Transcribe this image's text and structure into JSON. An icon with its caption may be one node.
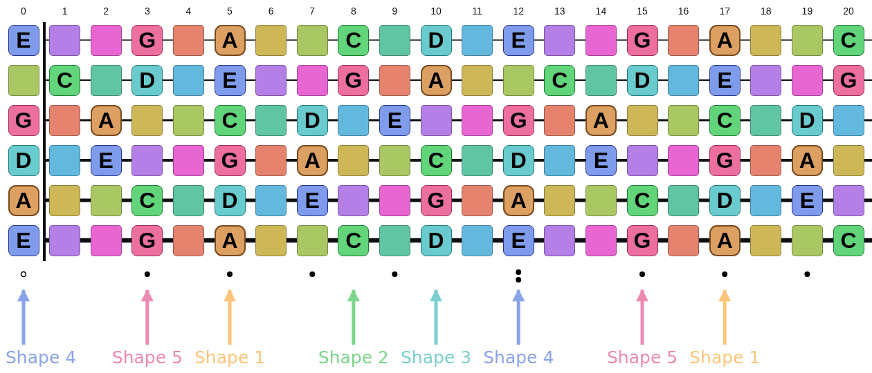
{
  "diagram": {
    "nodes": [
      {
        "text": [
          "E"
        ]
      },
      {
        "text": [],
        "shape": "box"
      },
      {
        "text": [],
        "shape": "box"
      },
      {
        "text": [
          "G"
        ]
      },
      {
        "text": [],
        "shape": "box"
      },
      {
        "text": [
          "A"
        ]
      },
      {
        "text": [],
        "shape": "box"
      },
      {
        "text": [],
        "shape": "box"
      },
      {
        "text": [
          "C"
        ]
      },
      {
        "text": [],
        "shape": "box"
      },
      {
        "text": [
          "D"
        ]
      },
      {
        "text": [],
        "shape": "box"
      },
      {
        "text": [
          "E"
        ]
      },
      {
        "text": [],
        "shape": "box"
      },
      {
        "text": [],
        "shape": "box"
      },
      {
        "text": [
          "G"
        ]
      },
      {
        "text": [],
        "shape": "box"
      },
      {
        "text": [
          "A"
        ]
      },
      {
        "text": [],
        "shape": "box"
      },
      {
        "text": [],
        "shape": "box"
      },
      {
        "text": [
          "C"
        ]
      },
      {
        "text": [],
        "shape": "box"
      },
      {
        "text": [
          "C"
        ]
      },
      {
        "text": [],
        "shape": "box"
      },
      {
        "text": [
          "D"
        ]
      },
      {
        "text": [],
        "shape": "box"
      },
      {
        "text": [
          "E"
        ]
      },
      {
        "text": [],
        "shape": "box"
      },
      {
        "text": [],
        "shape": "box"
      },
      {
        "text": [
          "G"
        ]
      },
      {
        "text": [],
        "shape": "box"
      },
      {
        "text": [
          "A"
        ]
      },
      {
        "text": [],
        "shape": "box"
      },
      {
        "text": [],
        "shape": "box"
      },
      {
        "text": [
          "C"
        ]
      },
      {
        "text": [],
        "shape": "box"
      },
      {
        "text": [
          "D"
        ]
      },
      {
        "text": [],
        "shape": "box"
      },
      {
        "text": [
          "E"
        ]
      },
      {
        "text": [],
        "shape": "box"
      },
      {
        "text": [],
        "shape": "box"
      },
      {
        "text": [
          "G"
        ]
      },
      {
        "text": [
          "G"
        ]
      },
      {
        "text": [],
        "shape": "box"
      },
      {
        "text": [
          "A"
        ]
      },
      {
        "text": [],
        "shape": "box"
      },
      {
        "text": [],
        "shape": "box"
      },
      {
        "text": [
          "C"
        ]
      },
      {
        "text": [],
        "shape": "box"
      },
      {
        "text": [
          "D"
        ]
      },
      {
        "text": [],
        "shape": "box"
      },
      {
        "text": [
          "E"
        ]
      },
      {
        "text": [],
        "shape": "box"
      },
      {
        "text": [],
        "shape": "box"
      },
      {
        "text": [
          "G"
        ]
      },
      {
        "text": [],
        "shape": "box"
      },
      {
        "text": [
          "A"
        ]
      },
      {
        "text": [],
        "shape": "box"
      },
      {
        "text": [],
        "shape": "box"
      },
      {
        "text": [
          "C"
        ]
      },
      {
        "text": [],
        "shape": "box"
      },
      {
        "text": [
          "D"
        ]
      },
      {
        "text": [],
        "shape": "box"
      },
      {
        "text": [
          "D"
        ]
      },
      {
        "text": [],
        "shape": "box"
      },
      {
        "text": [
          "E"
        ]
      },
      {
        "text": [],
        "shape": "box"
      },
      {
        "text": [],
        "shape": "box"
      },
      {
        "text": [
          "G"
        ]
      },
      {
        "text": [],
        "shape": "box"
      },
      {
        "text": [
          "A"
        ]
      },
      {
        "text": [],
        "shape": "box"
      },
      {
        "text": [],
        "shape": "box"
      },
      {
        "text": [
          "C"
        ]
      },
      {
        "text": [],
        "shape": "box"
      },
      {
        "text": [
          "D"
        ]
      },
      {
        "text": [],
        "shape": "box"
      },
      {
        "text": [
          "E"
        ]
      },
      {
        "text": [],
        "shape": "box"
      },
      {
        "text": [],
        "shape": "box"
      },
      {
        "text": [
          "G"
        ]
      },
      {
        "text": [],
        "shape": "box"
      },
      {
        "text": [
          "A"
        ]
      },
      {
        "text": [],
        "shape": "box"
      },
      {
        "text": [
          "A"
        ]
      },
      {
        "text": [],
        "shape": "box"
      },
      {
        "text": [],
        "shape": "box"
      },
      {
        "text": [
          "C"
        ]
      },
      {
        "text": [],
        "shape": "box"
      },
      {
        "text": [
          "D"
        ]
      },
      {
        "text": [],
        "shape": "box"
      },
      {
        "text": [
          "E"
        ]
      },
      {
        "text": [],
        "shape": "box"
      },
      {
        "text": [],
        "shape": "box"
      },
      {
        "text": [
          "G"
        ]
      },
      {
        "text": [],
        "shape": "box"
      },
      {
        "text": [
          "A"
        ]
      },
      {
        "text": [],
        "shape": "box"
      },
      {
        "text": [],
        "shape": "box"
      },
      {
        "text": [
          "C"
        ]
      },
      {
        "text": [],
        "shape": "box"
      },
      {
        "text": [
          "D"
        ]
      },
      {
        "text": [],
        "shape": "box"
      },
      {
        "text": [
          "E"
        ]
      },
      {
        "text": [],
        "shape": "box"
      },
      {
        "text": [
          "E"
        ]
      },
      {
        "text": [],
        "shape": "box"
      },
      {
        "text": [],
        "shape": "box"
      },
      {
        "text": [
          "G"
        ]
      },
      {
        "text": [],
        "shape": "box"
      },
      {
        "text": [
          "A"
        ]
      },
      {
        "text": [],
        "shape": "box"
      },
      {
        "text": [],
        "shape": "box"
      },
      {
        "text": [
          "C"
        ]
      },
      {
        "text": [],
        "shape": "box"
      },
      {
        "text": [
          "D"
        ]
      },
      {
        "text": [],
        "shape": "box"
      },
      {
        "text": [
          "E"
        ]
      },
      {
        "text": [],
        "shape": "box"
      },
      {
        "text": [],
        "shape": "box"
      },
      {
        "text": [
          "G"
        ]
      },
      {
        "text": [],
        "shape": "box"
      },
      {
        "text": [
          "A"
        ]
      },
      {
        "text": [],
        "shape": "box"
      },
      {
        "text": [],
        "shape": "box"
      },
      {
        "text": [
          "C"
        ]
      },
      {
        "text": [
          "Shape 4"
        ]
      },
      {
        "text": [
          "Shape 5"
        ]
      },
      {
        "text": [
          "Shape 1"
        ]
      },
      {
        "text": [
          "Shape 2"
        ]
      },
      {
        "text": [
          "Shape 3"
        ]
      },
      {
        "text": [
          "Shape 4"
        ]
      },
      {
        "text": [
          "Shape 5"
        ]
      },
      {
        "text": [
          "Shape 1"
        ]
      }
    ],
    "edges": [
      {
        "from": 126,
        "to": null,
        "arrow": "to",
        "color": "#8aa4ea"
      },
      {
        "from": 127,
        "to": null,
        "arrow": "to",
        "color": "#ec8ab3"
      },
      {
        "from": 128,
        "to": null,
        "arrow": "to",
        "color": "#fcc57a"
      },
      {
        "from": 129,
        "to": null,
        "arrow": "to",
        "color": "#7dd68b"
      },
      {
        "from": 130,
        "to": null,
        "arrow": "to",
        "color": "#7ccfcf"
      },
      {
        "from": 131,
        "to": null,
        "arrow": "to",
        "color": "#8aa4ea"
      },
      {
        "from": 132,
        "to": null,
        "arrow": "to",
        "color": "#ec8ab3"
      },
      {
        "from": 133,
        "to": null,
        "arrow": "to",
        "color": "#fcc57a"
      }
    ],
    "labels": [
      "0",
      "1",
      "2",
      "3",
      "4",
      "5",
      "6",
      "7",
      "8",
      "9",
      "10",
      "11",
      "12",
      "13",
      "14",
      "15",
      "16",
      "17",
      "18",
      "19",
      "20"
    ]
  }
}
